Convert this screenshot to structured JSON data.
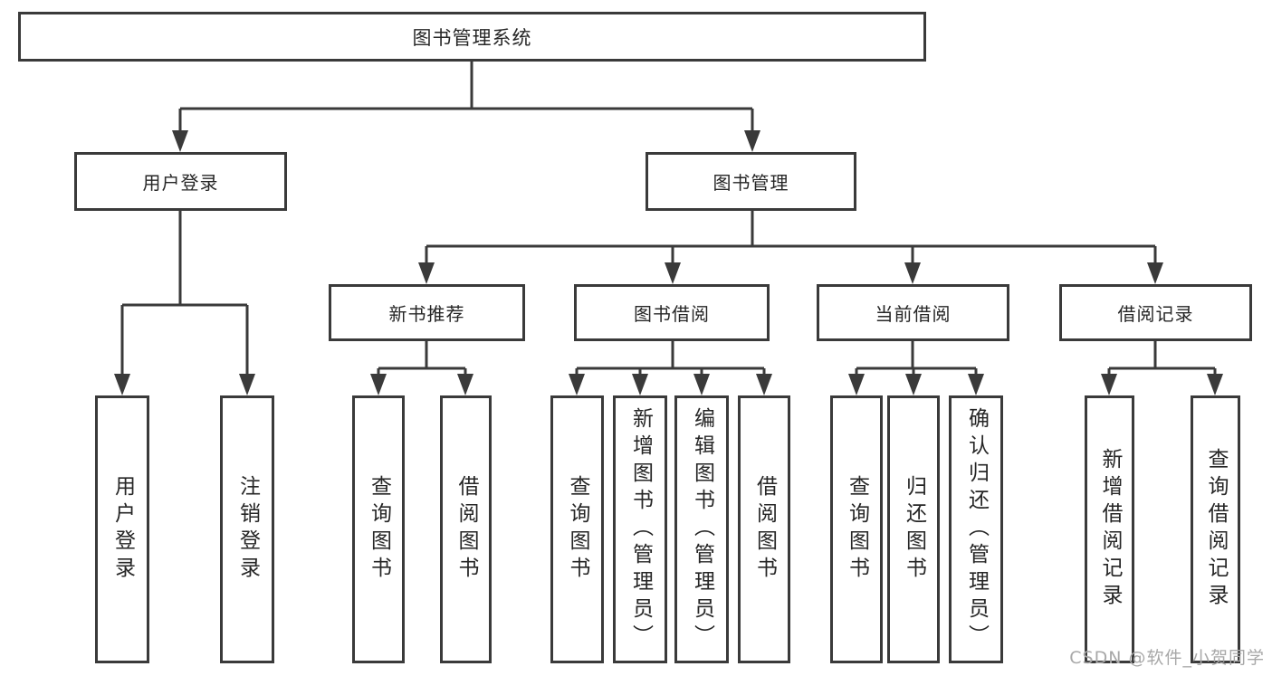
{
  "tree": {
    "root": {
      "label": "图书管理系统"
    },
    "level2": [
      {
        "label": "用户登录"
      },
      {
        "label": "图书管理"
      }
    ],
    "level3": [
      {
        "label": "新书推荐"
      },
      {
        "label": "图书借阅"
      },
      {
        "label": "当前借阅"
      },
      {
        "label": "借阅记录"
      }
    ],
    "level4": [
      {
        "label": "用户登录"
      },
      {
        "label": "注销登录"
      },
      {
        "label": "查询图书"
      },
      {
        "label": "借阅图书"
      },
      {
        "label": "查询图书"
      },
      {
        "label": "新增图书（管理员）"
      },
      {
        "label": "编辑图书（管理员）"
      },
      {
        "label": "借阅图书"
      },
      {
        "label": "查询图书"
      },
      {
        "label": "归还图书"
      },
      {
        "label": "确认归还（管理员）"
      },
      {
        "label": "新增借阅记录"
      },
      {
        "label": "查询借阅记录"
      }
    ]
  },
  "watermark": "CSDN @软件_小贺同学",
  "colors": {
    "line": "#3a3a3a",
    "box_border": "#3a3a3a",
    "text": "#262626",
    "watermark": "#a8a8a8",
    "background": "#ffffff"
  }
}
